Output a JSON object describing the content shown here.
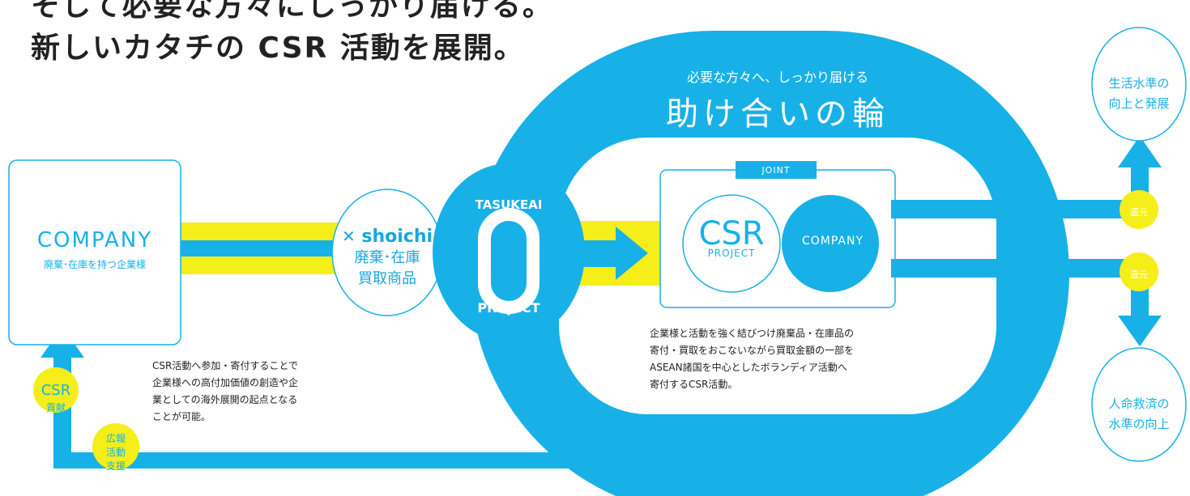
{
  "headline": {
    "line1": "そして必要な方々にしっかり届ける。",
    "line2": "新しいカタチの CSR 活動を展開。"
  },
  "ring": {
    "subtitle": "必要な方々へ、しっかり届ける",
    "title": "助け合いの輪"
  },
  "company_box": {
    "title": "COMPANY",
    "subtitle": "廃棄･在庫を持つ企業様"
  },
  "shoichi": {
    "logo": "shoichi",
    "text_line1": "廃棄･在庫",
    "text_line2": "買取商品"
  },
  "project_logo": {
    "top": "TASUKEAI",
    "zero": "0",
    "bottom": "PROJECT"
  },
  "joint_box": {
    "label": "JOINT",
    "csr_big": "CSR",
    "csr_sub": "PROJECT",
    "company": "COMPANY"
  },
  "description_right": {
    "lines": [
      "企業様と活動を強く結びつけ廃棄品・在庫品の",
      "寄付・買取をおこないながら買取金額の一部を",
      "ASEAN諸国を中心としたボランディア活動へ",
      "寄付するCSR活動。"
    ]
  },
  "description_left": {
    "lines": [
      "CSR活動へ参加・寄付することで",
      "企業様への高付加価値の創造や企",
      "業としての海外展開の起点となる",
      "ことが可能。"
    ]
  },
  "badges": {
    "csr_line1": "CSR",
    "csr_line2": "貢献",
    "pr_line1": "広報",
    "pr_line2": "活動",
    "pr_line3": "支援",
    "kangen_top": "還元",
    "kangen_bottom": "還元"
  },
  "goals": {
    "top_line1": "生活水準の",
    "top_line2": "向上と発展",
    "bottom_line1": "人命救済の",
    "bottom_line2": "水準の向上"
  },
  "colors": {
    "blue": "#17b1e8",
    "yellow": "#f5ee19",
    "text": "#222222"
  }
}
